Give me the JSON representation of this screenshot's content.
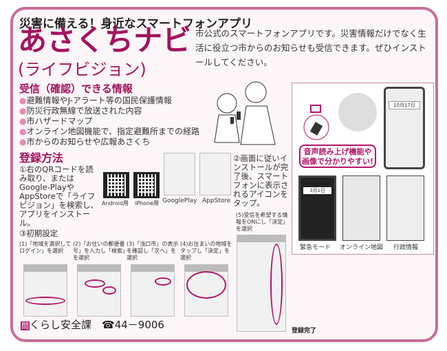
{
  "header": {
    "kicker": "災害に備える！身近なスマートフォンアプリ",
    "title": "あさくちナビ",
    "subtitle": "(ライフビジョン)",
    "description": "市公式のスマートフォンアプリです。災害情報だけでなく生活に役立つ市からのお知らせも受信できます。ぜひインストールしてください。"
  },
  "info": {
    "heading": "受信（確認）できる情報",
    "items": [
      "避難情報やJ-アラート等の国民保護情報",
      "防災行政無線で放送された内容",
      "市ハザードマップ",
      "オンライン地図機能で、指定避難所までの経路",
      "市からのお知らせや広報あさくち"
    ]
  },
  "register": {
    "heading": "登録方法",
    "step1": "①右のQRコードを読み取り、またはGoogle-PlayやAppStoreで「ライフビジョン」を検索し、アプリをインストール。",
    "step2": "②画面に従いインストールが完了後、スマートフォンに表示されるアイコンをタップ。",
    "step3": "③初期設定",
    "qr_android": "Android用",
    "qr_iphone": "iPhone用",
    "store_google": "GooglePlay",
    "store_apple": "AppStore",
    "substeps": [
      "(1)「地域を選択してログイン」を選択",
      "(2)「お住いの郵便番号」を入力し「検索」を選択",
      "(3)「浅口市」の表示を確認し「次へ」を選択",
      "(4)お住まいの地域をタップし「決定」を選択",
      "(5)受信を希望する情報をONにし「決定」を選択"
    ],
    "done": "登録完了"
  },
  "features": {
    "bubble": "音声読み上げ機能や画像で分かりやすい!",
    "screen_date": "10月17日",
    "emergency_date": "3月1日",
    "labels": [
      "緊急モード",
      "オンライン地図",
      "行政情報"
    ]
  },
  "footer": {
    "inquiry_mark": "問",
    "department": "くらし安全課",
    "phone_icon": "phone-icon",
    "phone": "☎44－9006"
  },
  "colors": {
    "accent": "#a3135e",
    "border": "#c76e98"
  }
}
